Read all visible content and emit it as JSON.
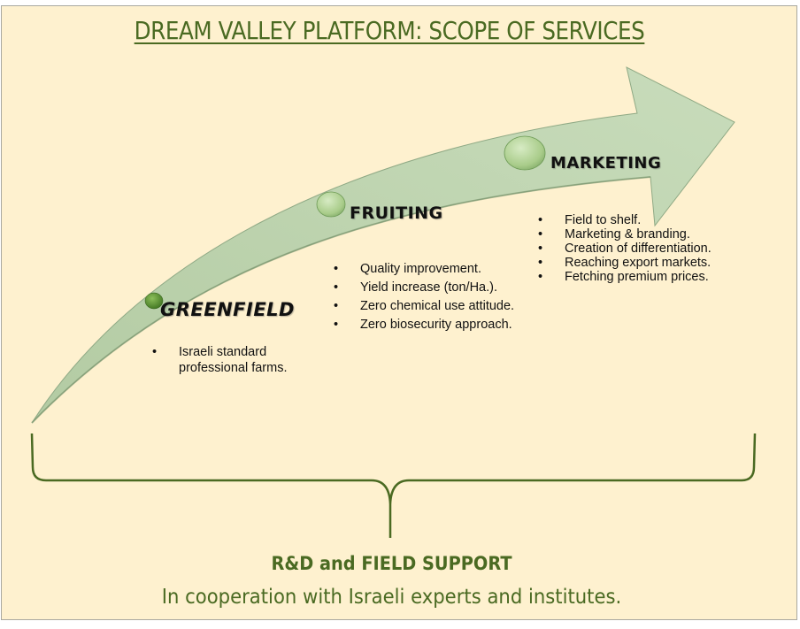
{
  "title": "DREAM VALLEY PLATFORM: SCOPE OF SERVICES",
  "colors": {
    "background": "#fef1cf",
    "arrow_fill": "#c2d6b5",
    "accent_green": "#4a6a22",
    "text": "#111111"
  },
  "stages": [
    {
      "name": "GREENFIELD",
      "bullets": [
        "Israeli standard professional farms."
      ]
    },
    {
      "name": "FRUITING",
      "bullets": [
        "Quality improvement.",
        "Yield increase (ton/Ha.).",
        "Zero chemical use attitude.",
        "Zero biosecurity approach."
      ]
    },
    {
      "name": "MARKETING",
      "bullets": [
        "Field to shelf.",
        "Marketing & branding.",
        "Creation of differentiation.",
        "Reaching export markets.",
        "Fetching premium prices."
      ]
    }
  ],
  "bullet_glyph": "•",
  "support": {
    "title": "R&D and FIELD SUPPORT",
    "subtitle": "In cooperation with Israeli experts and institutes."
  }
}
